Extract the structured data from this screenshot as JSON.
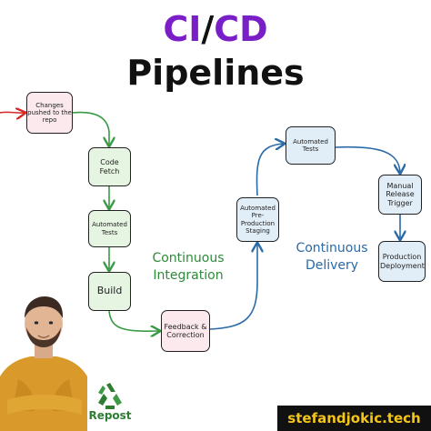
{
  "title": {
    "part1": "CI",
    "slash": "/",
    "part2": "CD",
    "line2": "Pipelines"
  },
  "nodes": {
    "changes": "Changes pushed to the repo",
    "code_fetch": "Code Fetch",
    "auto_tests_ci": "Automated Tests",
    "build": "Build",
    "feedback": "Feedback & Correction",
    "staging": "Automated Pre-Production Staging",
    "auto_tests_cd": "Automated Tests",
    "manual_trigger": "Manual Release Trigger",
    "prod_deploy": "Production Deployment"
  },
  "labels": {
    "ci_line1": "Continuous",
    "ci_line2": "Integration",
    "cd_line1": "Continuous",
    "cd_line2": "Delivery"
  },
  "repost": "Repost",
  "brand": "stefandjokic.tech",
  "colors": {
    "title_accent": "#7a1fc7",
    "ci": "#2f8a3a",
    "cd": "#2a6aa8",
    "entry_arrow": "#d62828",
    "brand_text": "#f5c518"
  }
}
